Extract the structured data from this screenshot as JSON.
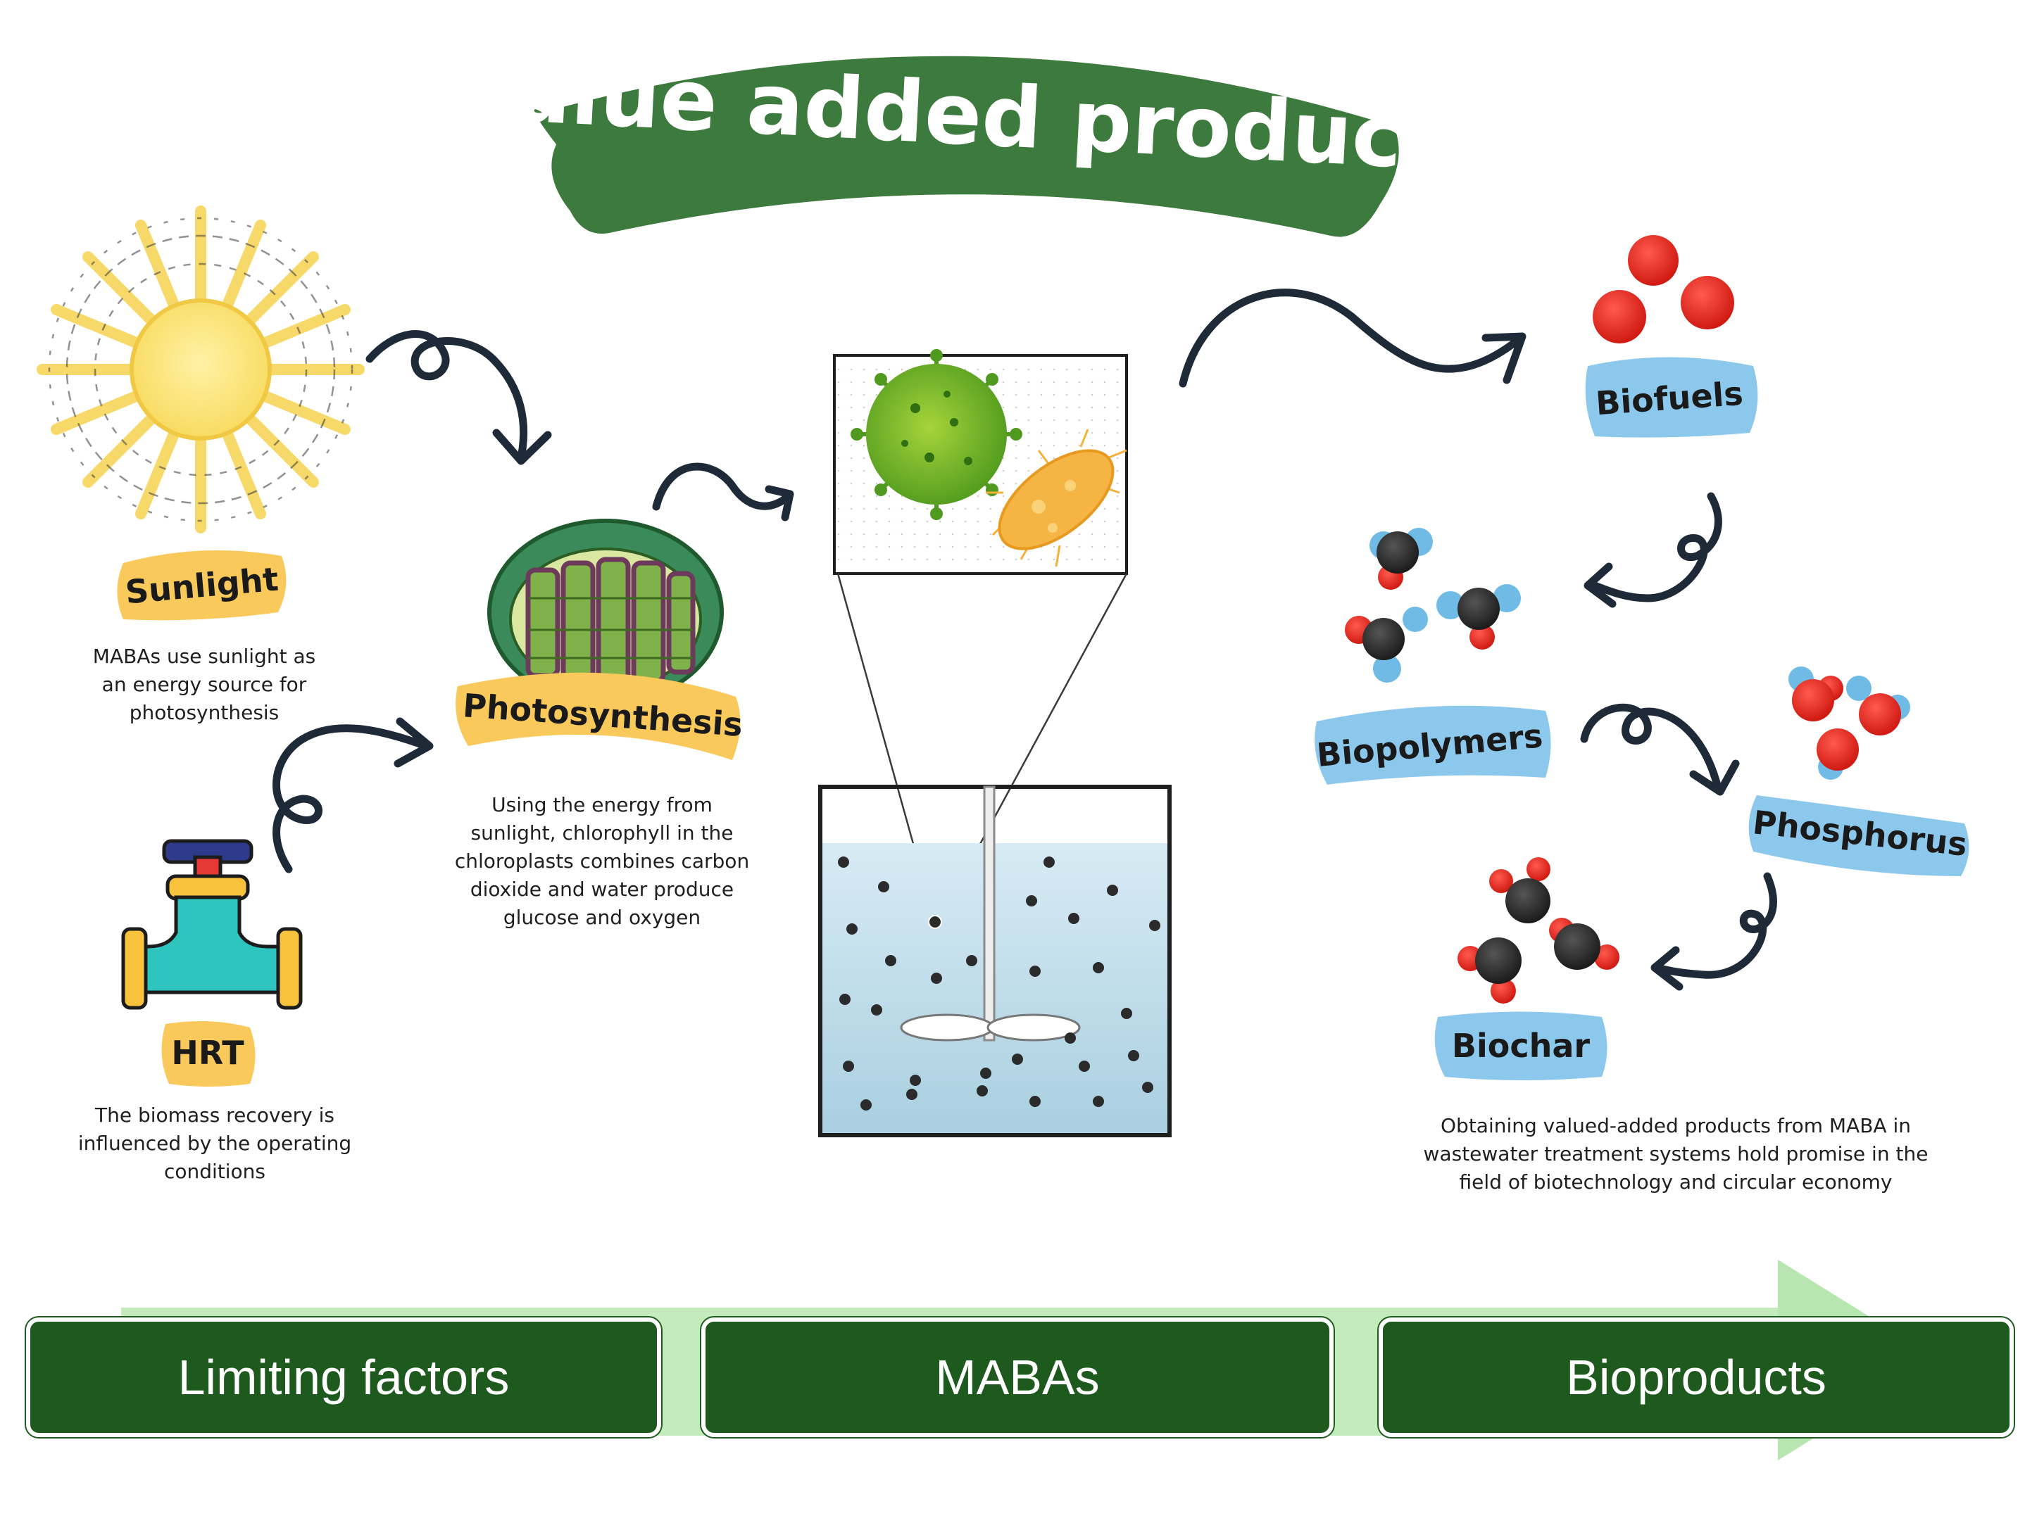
{
  "title": "Value added products",
  "colors": {
    "title_banner": "#3d7a3d",
    "label_yellow": "#f9c95c",
    "label_blue": "#8cc8ec",
    "bar_green": "#1e5a1e",
    "arrow_light": "#b8e6b0",
    "reactor_water": "#bddbe8",
    "oxygen_red": "#e0251c",
    "carbon_black": "#2b2b2b",
    "hydrogen_blue": "#6fbbe6"
  },
  "labels": {
    "sunlight": "Sunlight",
    "photosynthesis": "Photosynthesis",
    "hrt": "HRT",
    "biofuels": "Biofuels",
    "biopolymers": "Biopolymers",
    "phosphorus": "Phosphorus",
    "biochar": "Biochar"
  },
  "descriptions": {
    "sunlight": [
      "MABAs use sunlight as",
      "an energy source for",
      "photosynthesis"
    ],
    "photosynthesis": [
      "Using the energy from",
      "sunlight, chlorophyll in the",
      "chloroplasts combines carbon",
      "dioxide and water produce",
      "glucose and oxygen"
    ],
    "hrt": [
      "The biomass recovery is",
      "influenced by the operating",
      "conditions"
    ],
    "products": [
      "Obtaining valued-added products from MABA in",
      "wastewater treatment systems hold promise in the",
      "field of biotechnology and circular economy"
    ]
  },
  "stages": [
    "Limiting factors",
    "MABAs",
    "Bioproducts"
  ],
  "icons": [
    "sun-icon",
    "valve-icon",
    "chloroplast-icon",
    "virus-icon",
    "bacterium-icon",
    "reactor-icon",
    "molecule-icon"
  ]
}
